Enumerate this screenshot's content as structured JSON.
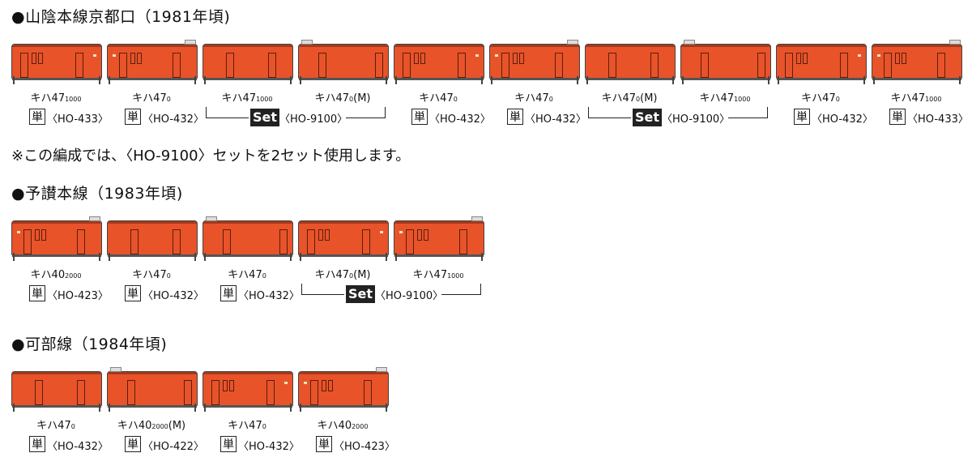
{
  "sections": [
    {
      "title": "●山陰本線京都口（1981年頃)"
    },
    {
      "title": "●予讃本線（1983年頃)"
    },
    {
      "title": "●可部線（1984年頃)"
    }
  ],
  "note": "※この編成では、〈HO-9100〉セットを2セット使用します。",
  "single_label": "単",
  "set_label": "Set",
  "rows": [
    [
      {
        "name": "キハ47",
        "sub": "1000",
        "suffix": "",
        "code": "〈HO-433〉",
        "single": true
      },
      {
        "name": "キハ47",
        "sub": "0",
        "suffix": "",
        "code": "〈HO-432〉",
        "single": true
      },
      {
        "name": "キハ47",
        "sub": "1000",
        "suffix": "",
        "code": "",
        "single": false
      },
      {
        "name": "キハ47",
        "sub": "0",
        "suffix": "(M)",
        "code": "",
        "single": false
      },
      {
        "name": "キハ47",
        "sub": "0",
        "suffix": "",
        "code": "〈HO-432〉",
        "single": true
      },
      {
        "name": "キハ47",
        "sub": "0",
        "suffix": "",
        "code": "〈HO-432〉",
        "single": true
      },
      {
        "name": "キハ47",
        "sub": "0",
        "suffix": "(M)",
        "code": "",
        "single": false
      },
      {
        "name": "キハ47",
        "sub": "1000",
        "suffix": "",
        "code": "",
        "single": false
      },
      {
        "name": "キハ47",
        "sub": "0",
        "suffix": "",
        "code": "〈HO-432〉",
        "single": true
      },
      {
        "name": "キハ47",
        "sub": "1000",
        "suffix": "",
        "code": "〈HO-433〉",
        "single": true
      }
    ],
    [
      {
        "name": "キハ40",
        "sub": "2000",
        "suffix": "",
        "code": "〈HO-423〉",
        "single": true
      },
      {
        "name": "キハ47",
        "sub": "0",
        "suffix": "",
        "code": "〈HO-432〉",
        "single": true
      },
      {
        "name": "キハ47",
        "sub": "0",
        "suffix": "",
        "code": "〈HO-432〉",
        "single": true
      },
      {
        "name": "キハ47",
        "sub": "0",
        "suffix": "(M)",
        "code": "",
        "single": false
      },
      {
        "name": "キハ47",
        "sub": "1000",
        "suffix": "",
        "code": "",
        "single": false
      }
    ],
    [
      {
        "name": "キハ47",
        "sub": "0",
        "suffix": "",
        "code": "〈HO-432〉",
        "single": true
      },
      {
        "name": "キハ40",
        "sub": "2000",
        "suffix": "(M)",
        "code": "〈HO-422〉",
        "single": true
      },
      {
        "name": "キハ47",
        "sub": "0",
        "suffix": "",
        "code": "〈HO-432〉",
        "single": true
      },
      {
        "name": "キハ40",
        "sub": "2000",
        "suffix": "",
        "code": "〈HO-423〉",
        "single": true
      }
    ]
  ],
  "set_codes": [
    "〈HO-9100〉",
    "〈HO-9100〉",
    "〈HO-9100〉"
  ],
  "colors": {
    "car_body": "#e8532a",
    "text": "#111111",
    "set_badge": "#222222"
  }
}
